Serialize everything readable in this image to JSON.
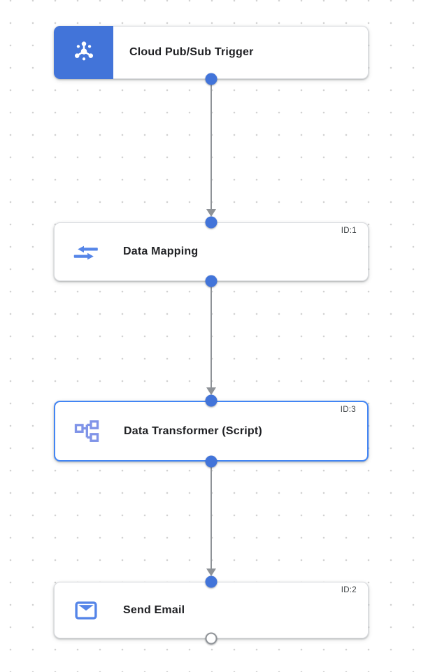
{
  "canvas": {
    "kind": "integration-flow-editor",
    "grid": "dotted",
    "colors": {
      "trigger_blue": "#4274d9",
      "port_blue": "#4274d9",
      "selected_border_blue": "#4285f4",
      "node_border_gray": "#dadce0",
      "edge_gray": "#8e9297",
      "title_text": "#202124",
      "id_text": "#3c4043",
      "grid_dot": "#d2d2d2",
      "icon_blue_mapping": "#5585e8",
      "icon_blue_transformer": "#8094e8",
      "icon_blue_email": "#5585e8"
    }
  },
  "nodes": [
    {
      "title": "Cloud Pub/Sub Trigger",
      "id_label": "",
      "kind": "trigger",
      "icon": "cloud-pubsub-icon",
      "selected": false
    },
    {
      "title": "Data Mapping",
      "id_label": "ID:1",
      "kind": "task",
      "icon": "data-mapping-icon",
      "selected": false
    },
    {
      "title": "Data Transformer (Script)",
      "id_label": "ID:3",
      "kind": "task",
      "icon": "data-transformer-script-icon",
      "selected": true
    },
    {
      "title": "Send Email",
      "id_label": "ID:2",
      "kind": "task",
      "icon": "send-email-icon",
      "selected": false
    }
  ],
  "edges": [
    {
      "from": "Cloud Pub/Sub Trigger",
      "to": "Data Mapping"
    },
    {
      "from": "Data Mapping",
      "to": "Data Transformer (Script)"
    },
    {
      "from": "Data Transformer (Script)",
      "to": "Send Email"
    }
  ]
}
